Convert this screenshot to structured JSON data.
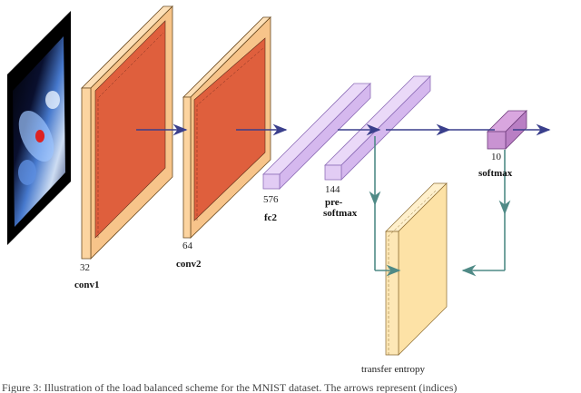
{
  "labels": {
    "conv1_size": "32",
    "conv1_name": "conv1",
    "conv2_size": "64",
    "conv2_name": "conv2",
    "fc2_size": "576",
    "fc2_name": "fc2",
    "presoftmax_size": "144",
    "presoftmax_name_1": "pre-",
    "presoftmax_name_2": "softmax",
    "softmax_size": "10",
    "softmax_name": "softmax",
    "transfer_entropy": "transfer entropy"
  },
  "caption": "Figure 3: Illustration of the load balanced scheme for the MNIST dataset. The arrows represent (indices)",
  "colors": {
    "conv_outer": "#fcd4a0",
    "conv_inner": "#df5f3d",
    "fc_bar": "#d5b8ee",
    "fc_bar_edge": "#8f6fb8",
    "softmax_bar": "#b97fc4",
    "te_panel": "#fde7b6",
    "flow_arrow": "#3a3f8c",
    "te_arrow": "#4f8a86"
  }
}
